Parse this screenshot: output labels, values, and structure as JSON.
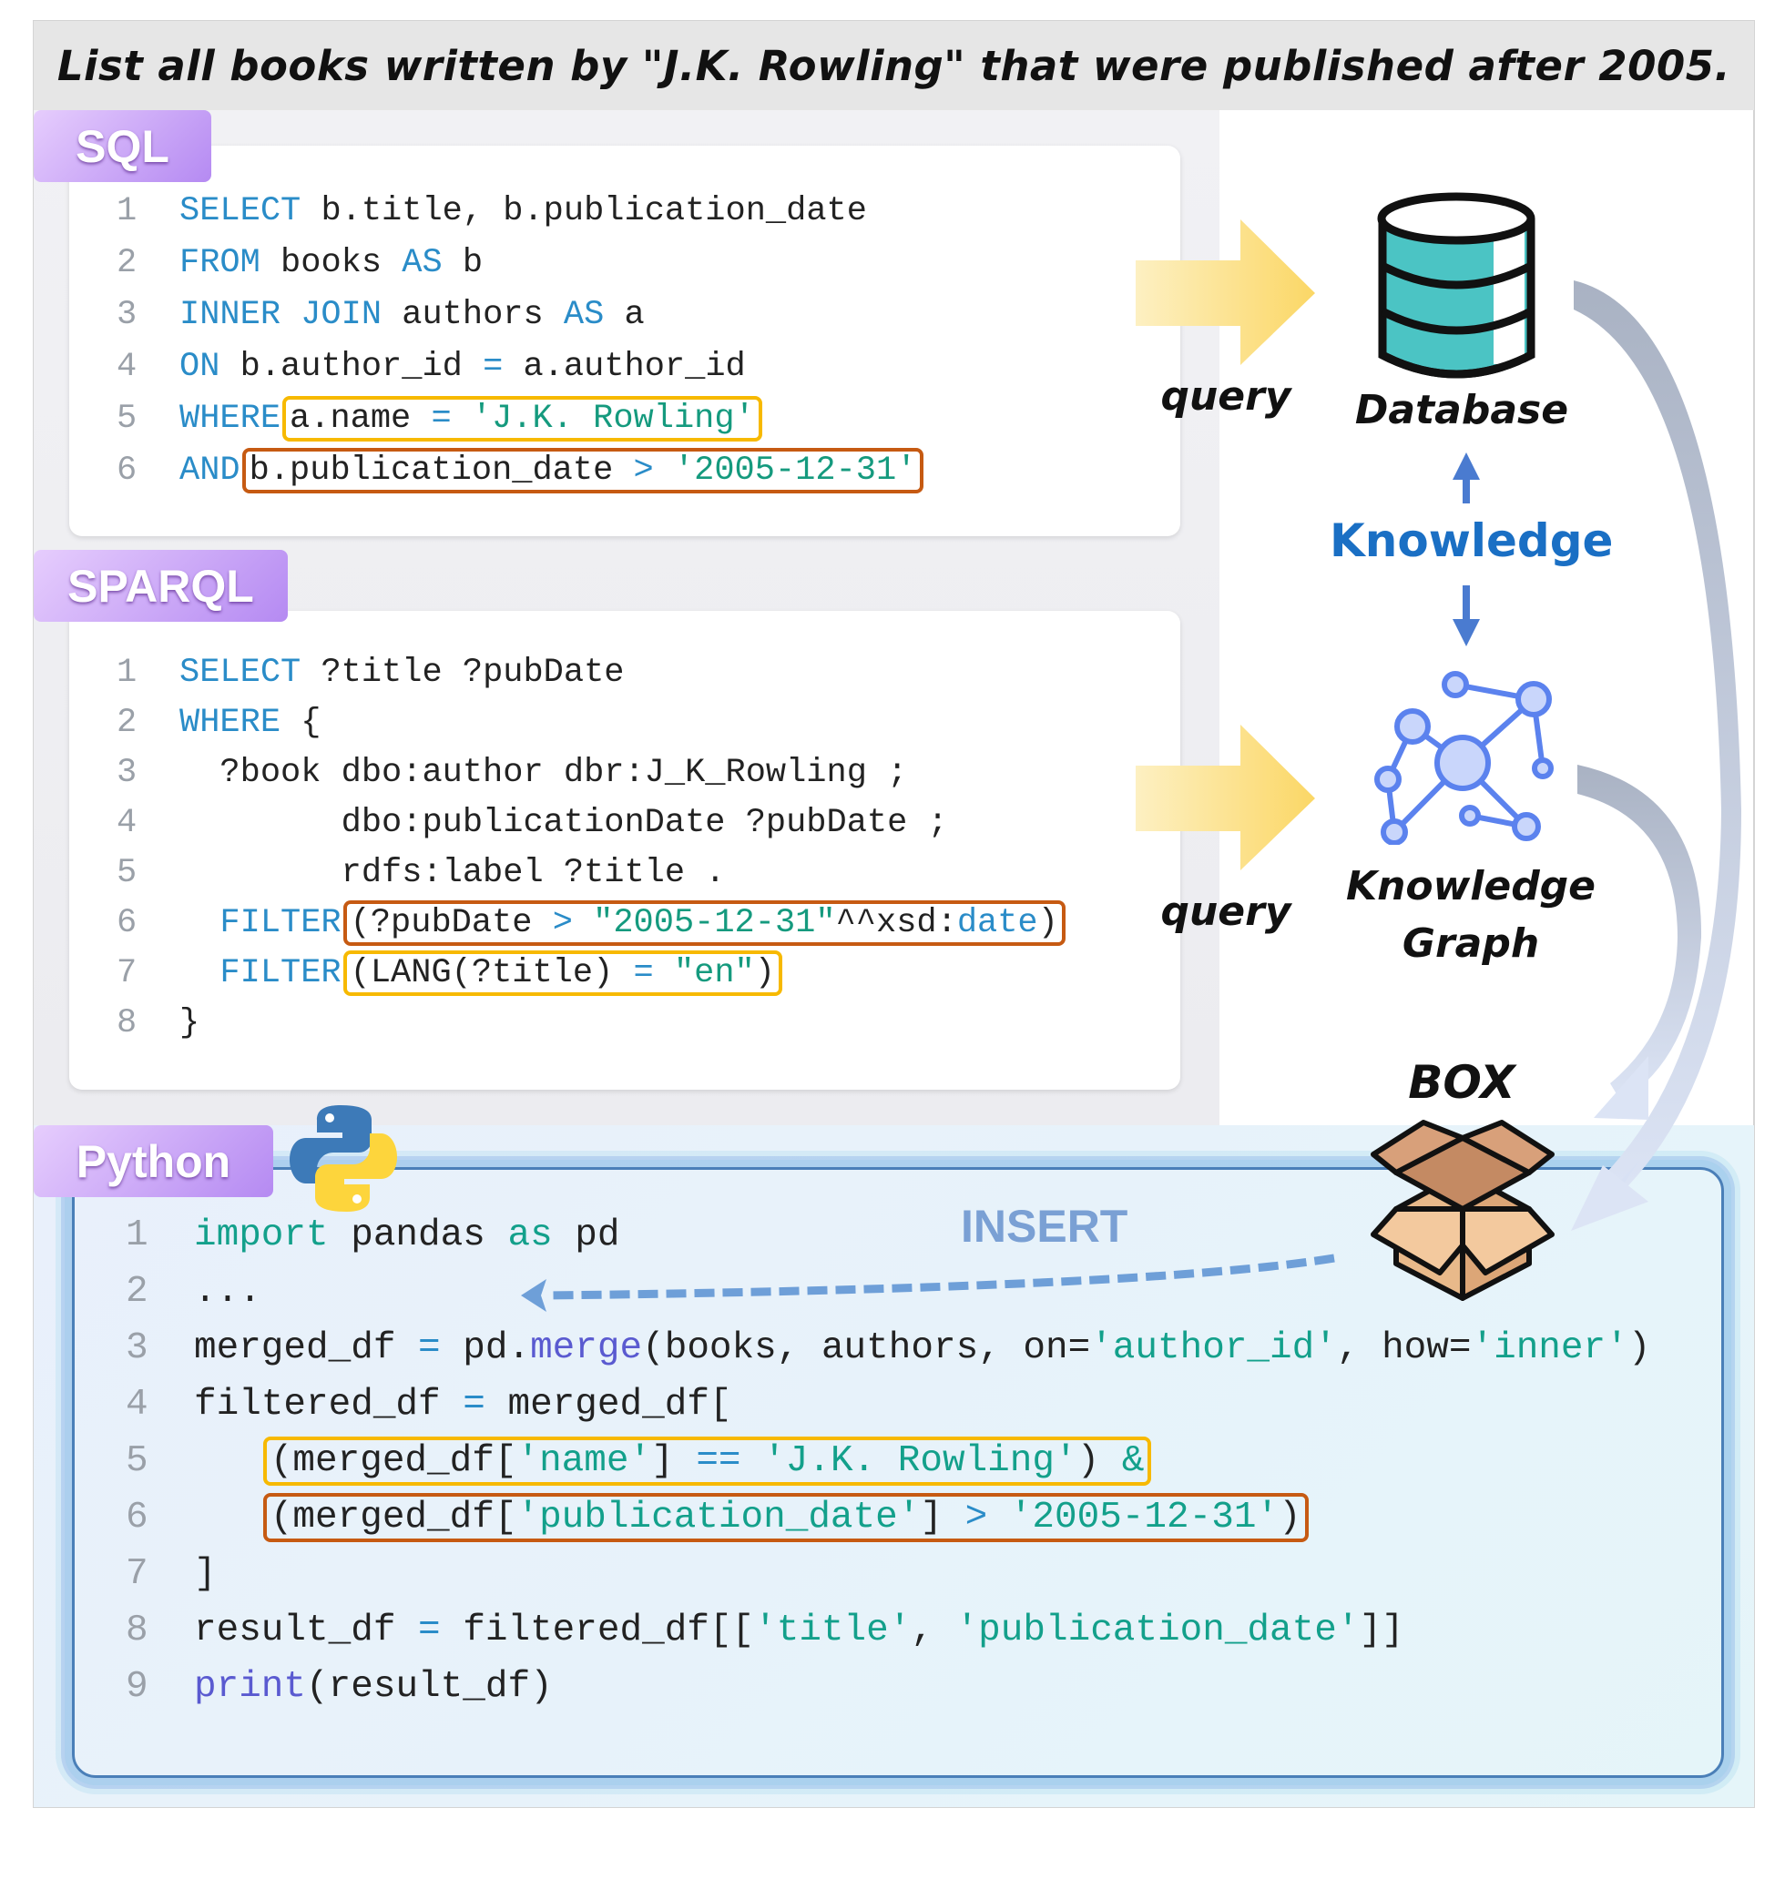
{
  "title": "List all books written by \"J.K. Rowling\" that were published after 2005.",
  "sql": {
    "tag": "SQL",
    "lines": [
      {
        "n": "1",
        "tokens": [
          [
            "SELECT",
            "kw"
          ],
          [
            " b.title, b.publication_date",
            ""
          ]
        ]
      },
      {
        "n": "2",
        "tokens": [
          [
            "FROM",
            "kw"
          ],
          [
            " books ",
            ""
          ],
          [
            "AS",
            "kw"
          ],
          [
            " b",
            ""
          ]
        ]
      },
      {
        "n": "3",
        "tokens": [
          [
            "INNER JOIN",
            "kw"
          ],
          [
            " authors ",
            ""
          ],
          [
            "AS",
            "kw"
          ],
          [
            " a",
            ""
          ]
        ]
      },
      {
        "n": "4",
        "tokens": [
          [
            "ON",
            "kw"
          ],
          [
            " b.author_id ",
            ""
          ],
          [
            "=",
            "op"
          ],
          [
            " a.author_id",
            ""
          ]
        ]
      },
      {
        "n": "5",
        "tokens": [
          [
            "WHERE",
            "kw"
          ],
          {
            "box": "yellow",
            "tokens": [
              [
                "a.name ",
                ""
              ],
              [
                "=",
                "op"
              ],
              [
                " ",
                ""
              ],
              [
                "'J.K. Rowling'",
                "str"
              ]
            ]
          }
        ]
      },
      {
        "n": "6",
        "tokens": [
          [
            "AND",
            "kw"
          ],
          {
            "box": "orange",
            "tokens": [
              [
                "b.publication_date ",
                ""
              ],
              [
                ">",
                "op"
              ],
              [
                " ",
                ""
              ],
              [
                "'2005-12-31'",
                "str"
              ]
            ]
          }
        ]
      }
    ]
  },
  "sparql": {
    "tag": "SPARQL",
    "lines": [
      {
        "n": "1",
        "tokens": [
          [
            "SELECT",
            "kw"
          ],
          [
            " ?title ?pubDate",
            ""
          ]
        ]
      },
      {
        "n": "2",
        "tokens": [
          [
            "WHERE",
            "kw"
          ],
          [
            " {",
            ""
          ]
        ]
      },
      {
        "n": "3",
        "tokens": [
          [
            "  ?book dbo:author dbr:J_K_Rowling ;",
            ""
          ]
        ]
      },
      {
        "n": "4",
        "tokens": [
          [
            "        dbo:publicationDate ?pubDate ;",
            ""
          ]
        ]
      },
      {
        "n": "5",
        "tokens": [
          [
            "        rdfs:label ?title .",
            ""
          ]
        ]
      },
      {
        "n": "6",
        "tokens": [
          [
            "  FILTER",
            "kw"
          ],
          {
            "box": "orange",
            "tokens": [
              [
                "(?pubDate ",
                ""
              ],
              [
                ">",
                "op"
              ],
              [
                " ",
                ""
              ],
              [
                "\"2005-12-31\"",
                "str"
              ],
              [
                "^^xsd:",
                ""
              ],
              [
                "date",
                "kw"
              ],
              [
                ")",
                ""
              ]
            ]
          }
        ]
      },
      {
        "n": "7",
        "tokens": [
          [
            "  FILTER",
            "kw"
          ],
          {
            "box": "yellow",
            "tokens": [
              [
                "(LANG(?title) ",
                ""
              ],
              [
                "=",
                "op"
              ],
              [
                " ",
                ""
              ],
              [
                "\"en\"",
                "str"
              ],
              [
                ")",
                ""
              ]
            ]
          }
        ]
      },
      {
        "n": "8",
        "tokens": [
          [
            "}",
            ""
          ]
        ]
      }
    ]
  },
  "python": {
    "tag": "Python",
    "lines": [
      {
        "n": "1",
        "tokens": [
          [
            "import",
            "pkw"
          ],
          [
            " pandas ",
            ""
          ],
          [
            "as",
            "pkw"
          ],
          [
            " pd",
            ""
          ]
        ]
      },
      {
        "n": "2",
        "tokens": [
          [
            "...",
            ""
          ]
        ]
      },
      {
        "n": "3",
        "tokens": [
          [
            "merged_df ",
            ""
          ],
          [
            "=",
            "op"
          ],
          [
            " pd.",
            ""
          ],
          [
            "merge",
            "fn"
          ],
          [
            "(books, authors, on=",
            ""
          ],
          [
            "'author_id'",
            "pstr"
          ],
          [
            ", how=",
            ""
          ],
          [
            "'inner'",
            "pstr"
          ],
          [
            ")",
            ""
          ]
        ]
      },
      {
        "n": "4",
        "tokens": [
          [
            "filtered_df ",
            ""
          ],
          [
            "=",
            "op"
          ],
          [
            " merged_df[",
            ""
          ]
        ]
      },
      {
        "n": "5",
        "tokens": [
          [
            "   ",
            ""
          ],
          {
            "box": "yellow",
            "tokens": [
              [
                "(merged_df[",
                ""
              ],
              [
                "'name'",
                "pstr"
              ],
              [
                "] ",
                ""
              ],
              [
                "==",
                "op"
              ],
              [
                " ",
                ""
              ],
              [
                "'J.K. Rowling'",
                "pstr"
              ],
              [
                ") ",
                ""
              ],
              [
                "&",
                "pstr"
              ]
            ]
          }
        ]
      },
      {
        "n": "6",
        "tokens": [
          [
            "   ",
            ""
          ],
          {
            "box": "orange",
            "tokens": [
              [
                "(merged_df[",
                ""
              ],
              [
                "'publication_date'",
                "pstr"
              ],
              [
                "] ",
                ""
              ],
              [
                ">",
                "op"
              ],
              [
                " ",
                ""
              ],
              [
                "'2005-12-31'",
                "pstr"
              ],
              [
                ")",
                ""
              ]
            ]
          }
        ]
      },
      {
        "n": "7",
        "tokens": [
          [
            "]",
            ""
          ]
        ]
      },
      {
        "n": "8",
        "tokens": [
          [
            "result_df ",
            ""
          ],
          [
            "=",
            "op"
          ],
          [
            " filtered_df[[",
            ""
          ],
          [
            "'title'",
            "pstr"
          ],
          [
            ", ",
            ""
          ],
          [
            "'publication_date'",
            "pstr"
          ],
          [
            "]]",
            ""
          ]
        ]
      },
      {
        "n": "9",
        "tokens": [
          [
            "print",
            "fn"
          ],
          [
            "(result_df)",
            ""
          ]
        ]
      }
    ]
  },
  "diagram": {
    "query_label_1": "query",
    "query_label_2": "query",
    "database_label": "Database",
    "knowledge_label": "Knowledge",
    "kg_label_line1": "Knowledge",
    "kg_label_line2": "Graph",
    "box_label": "BOX",
    "insert_label": "INSERT"
  },
  "colors": {
    "keyword": "#2a8cc8",
    "string": "#159a7e",
    "highlight_yellow": "#f7b900",
    "highlight_orange": "#c65a12",
    "knowledge": "#1a6fc4",
    "tag": "#b58af2"
  }
}
